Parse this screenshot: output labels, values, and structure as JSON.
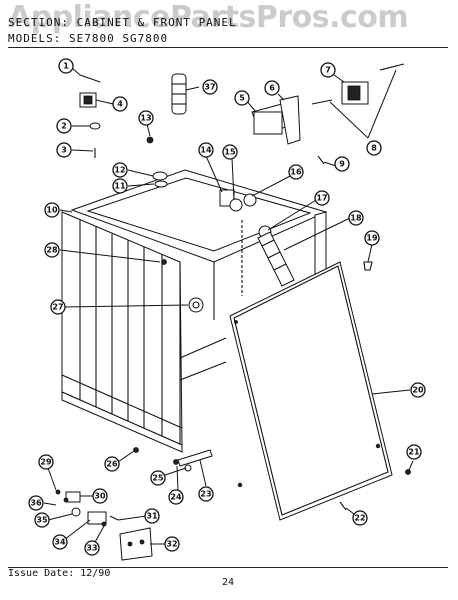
{
  "watermark": "AppliancePartsPros.com",
  "header": {
    "section_line": "SECTION: CABINET & FRONT PANEL",
    "models_line": "MODELS: SE7800  SG7800"
  },
  "footer": {
    "issue_date": "Issue Date: 12/90",
    "page_number": "24"
  },
  "callouts": [
    "1",
    "2",
    "3",
    "4",
    "5",
    "6",
    "7",
    "8",
    "9",
    "10",
    "11",
    "12",
    "13",
    "14",
    "15",
    "16",
    "17",
    "18",
    "19",
    "20",
    "21",
    "22",
    "23",
    "24",
    "25",
    "26",
    "27",
    "28",
    "29",
    "30",
    "31",
    "32",
    "33",
    "34",
    "35",
    "36",
    "37"
  ]
}
